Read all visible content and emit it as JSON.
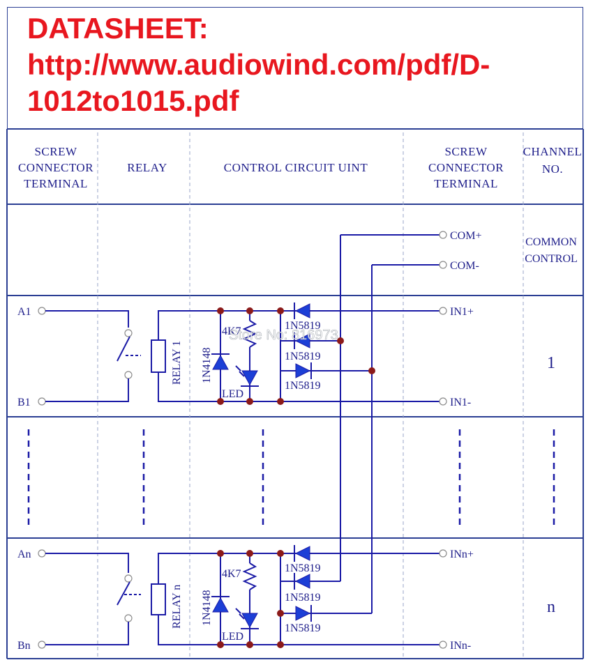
{
  "header": {
    "line1": "DATASHEET:",
    "line2": "http://www.audiowind.com/pdf/D-",
    "line3": "1012to1015.pdf"
  },
  "columns": {
    "screw_left": [
      "SCREW",
      "CONNECTOR",
      "TERMINAL"
    ],
    "relay": "RELAY",
    "control": "CONTROL CIRCUIT UINT",
    "screw_right": [
      "SCREW",
      "CONNECTOR",
      "TERMINAL"
    ],
    "channel": [
      "CHANNEL",
      "NO."
    ]
  },
  "common": {
    "com_plus": "COM+",
    "com_minus": "COM-",
    "label": [
      "COMMON",
      "CONTROL"
    ]
  },
  "channel1": {
    "term_a": "A1",
    "term_b": "B1",
    "relay": "RELAY 1",
    "diode": "1N4148",
    "resistor": "4K7",
    "led": "LED",
    "schottky": [
      "1N5819",
      "1N5819",
      "1N5819"
    ],
    "in_plus": "IN1+",
    "in_minus": "IN1-",
    "number": "1"
  },
  "channeln": {
    "term_a": "An",
    "term_b": "Bn",
    "relay": "RELAY n",
    "diode": "1N4148",
    "resistor": "4K7",
    "led": "LED",
    "schottky": [
      "1N5819",
      "1N5819",
      "1N5819"
    ],
    "in_plus": "INn+",
    "in_minus": "INn-",
    "number": "n"
  },
  "watermark": "Store No: 816973",
  "colors": {
    "header_text": "#e8171f",
    "frame": "#2a3e93",
    "wire": "#1a1aa6",
    "label": "#1d1d8a",
    "node": "#8b1a1a",
    "diode_fill": "#1c3fd6"
  }
}
